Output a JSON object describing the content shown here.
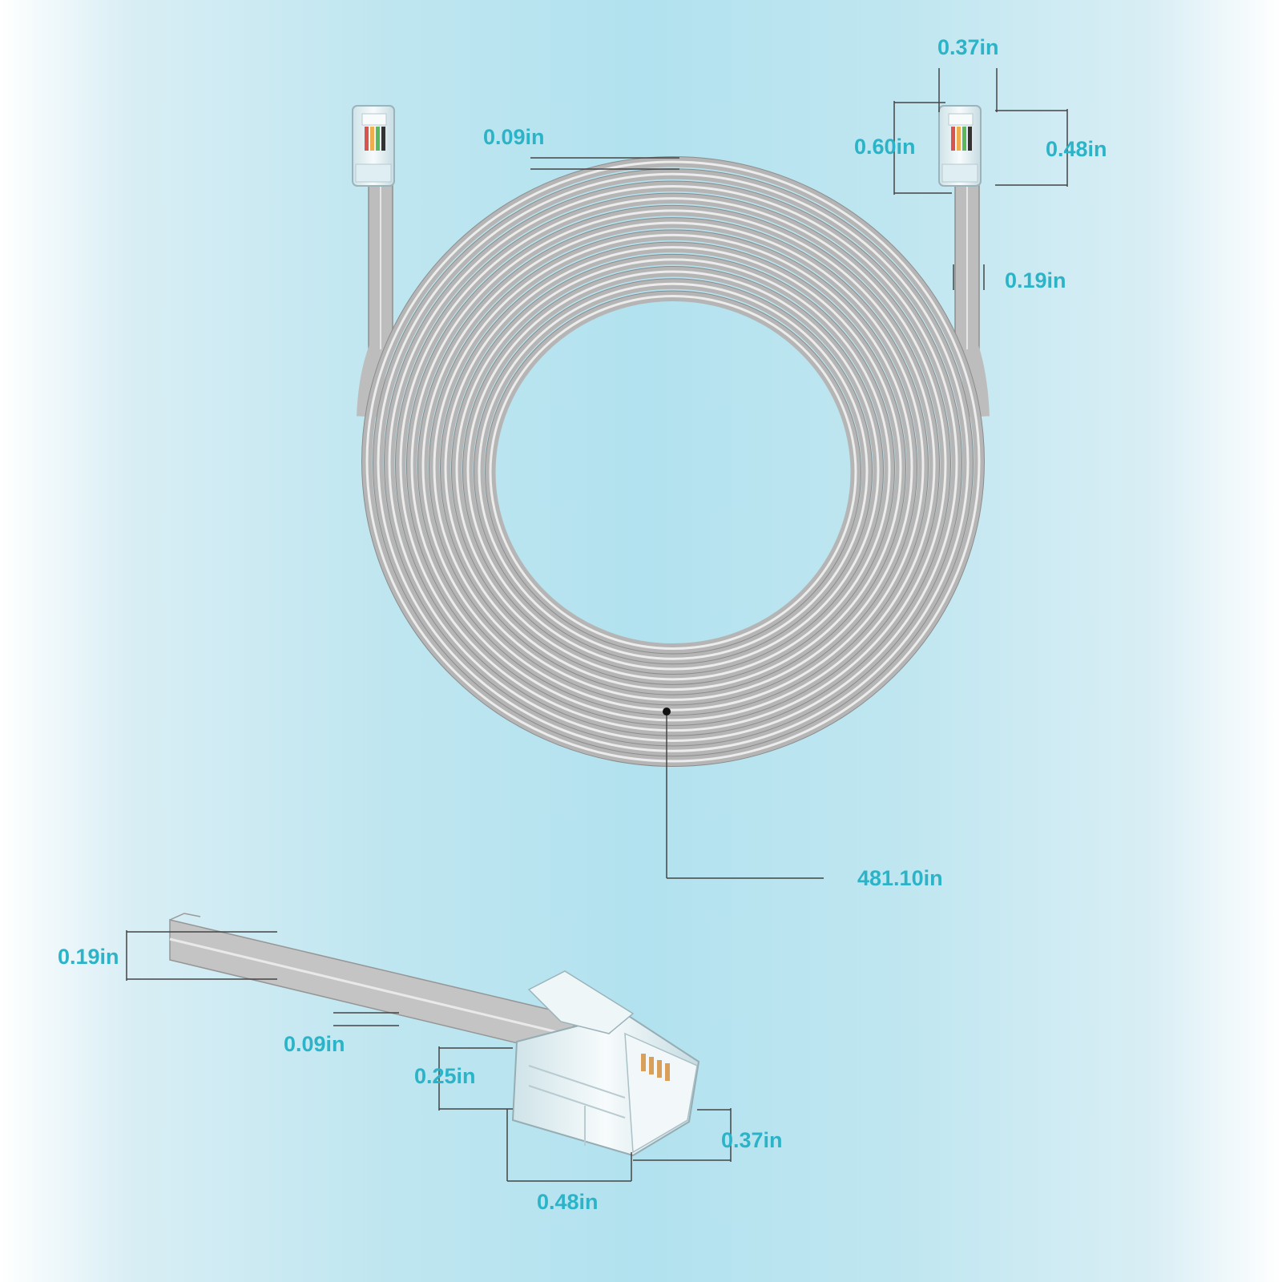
{
  "colors": {
    "label": "#2bb3c8",
    "dimension_line": "#444444",
    "cable": "#bcbcbc",
    "cable_dark": "#8f8f8f",
    "cable_light": "#e8e8e8",
    "connector": "#e6f2f5",
    "wire_colors": [
      "#d9534f",
      "#f0ad4e",
      "#5cb85c",
      "#333333"
    ]
  },
  "dimensions": {
    "top_left_jacket_thickness": "0.09in",
    "top_right_plug_width": "0.37in",
    "top_right_plug_length": "0.60in",
    "top_right_plug_height": "0.48in",
    "top_right_cable_width": "0.19in",
    "cable_length": "481.10in",
    "detail_cable_width": "0.19in",
    "detail_jacket_thickness": "0.09in",
    "detail_plug_latch": "0.25in",
    "detail_plug_width": "0.37in",
    "detail_plug_length": "0.48in"
  }
}
